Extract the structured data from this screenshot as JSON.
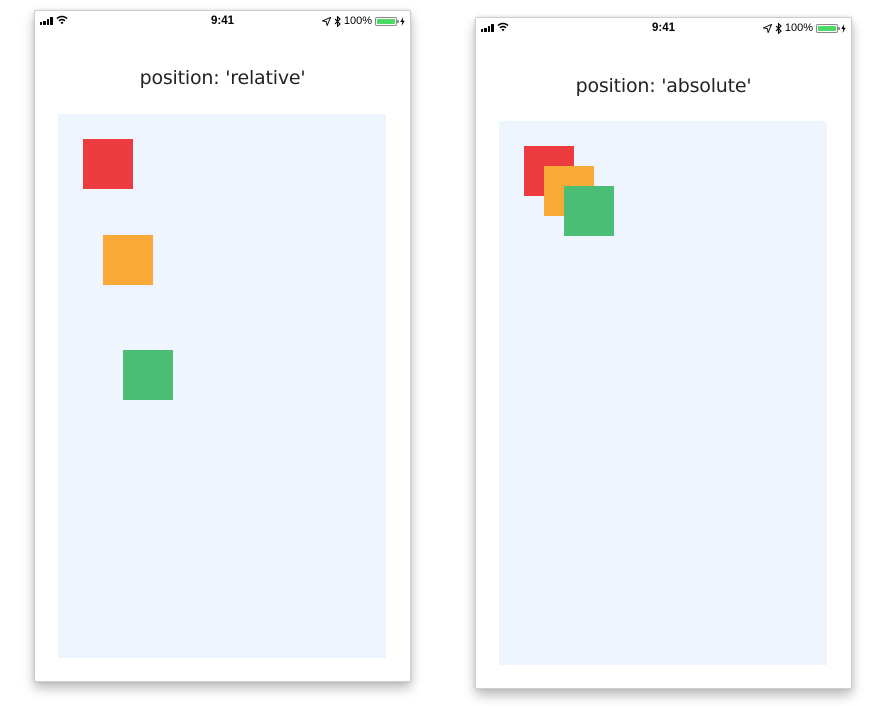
{
  "colors": {
    "red": "#ee3b40",
    "orange": "#f8a936",
    "green": "#4bbe76",
    "container": "#eef5fe",
    "battery": "#4cd964"
  },
  "phones": [
    {
      "status": {
        "time": "9:41",
        "battery": "100%"
      },
      "title": "position: 'relative'"
    },
    {
      "status": {
        "time": "9:41",
        "battery": "100%"
      },
      "title": "position: 'absolute'"
    }
  ]
}
